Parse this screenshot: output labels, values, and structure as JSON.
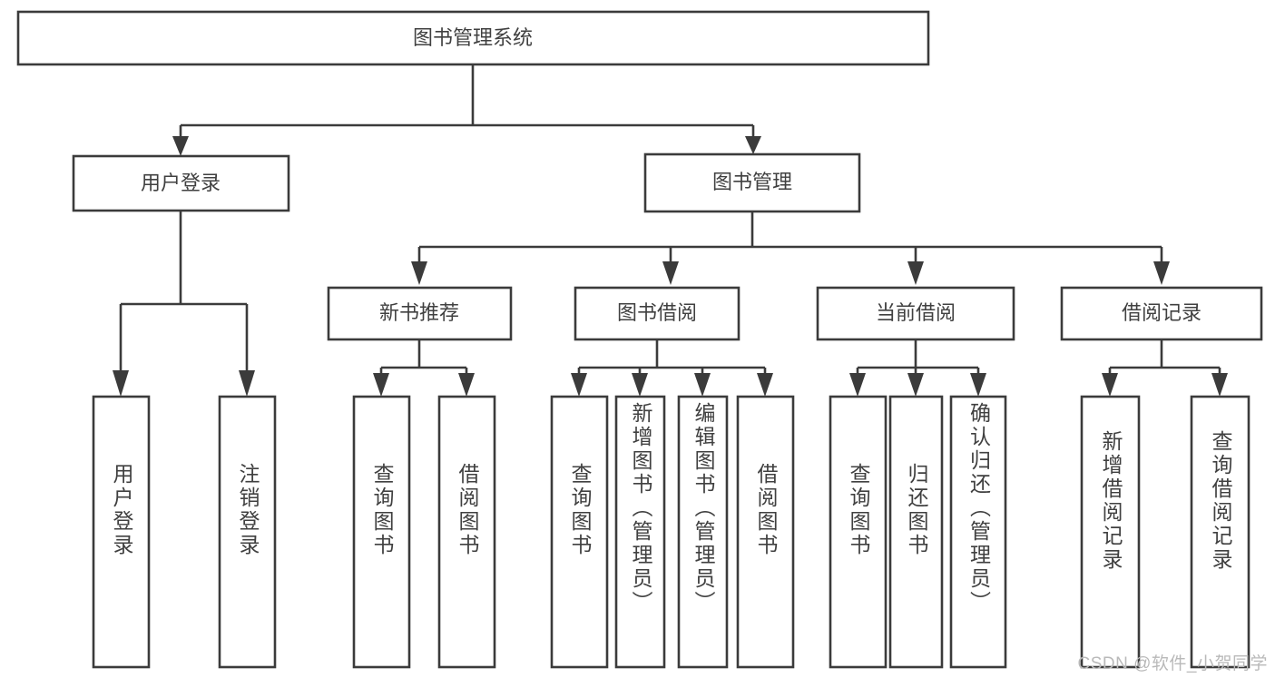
{
  "diagram": {
    "type": "tree-hierarchy",
    "title": "图书管理系统",
    "watermark": "CSDN @软件_小贺同学",
    "colors": {
      "stroke": "#3b3b3b",
      "text": "#404040",
      "background": "#ffffff",
      "watermark": "#b9b9b9"
    },
    "root": {
      "label": "图书管理系统"
    },
    "level2": [
      {
        "label": "用户登录"
      },
      {
        "label": "图书管理"
      }
    ],
    "level3": [
      {
        "label": "新书推荐"
      },
      {
        "label": "图书借阅"
      },
      {
        "label": "当前借阅"
      },
      {
        "label": "借阅记录"
      }
    ],
    "leaves": {
      "user_login": [
        {
          "label": "用户登录"
        },
        {
          "label": "注销登录"
        }
      ],
      "new_book_recommend": [
        {
          "label": "查询图书"
        },
        {
          "label": "借阅图书"
        }
      ],
      "book_borrow": [
        {
          "label": "查询图书"
        },
        {
          "label": "新增图书（管理员）"
        },
        {
          "label": "编辑图书（管理员）"
        },
        {
          "label": "借阅图书"
        }
      ],
      "current_borrow": [
        {
          "label": "查询图书"
        },
        {
          "label": "归还图书"
        },
        {
          "label": "确认归还（管理员）"
        }
      ],
      "borrow_record": [
        {
          "label": "新增借阅记录"
        },
        {
          "label": "查询借阅记录"
        }
      ]
    }
  }
}
